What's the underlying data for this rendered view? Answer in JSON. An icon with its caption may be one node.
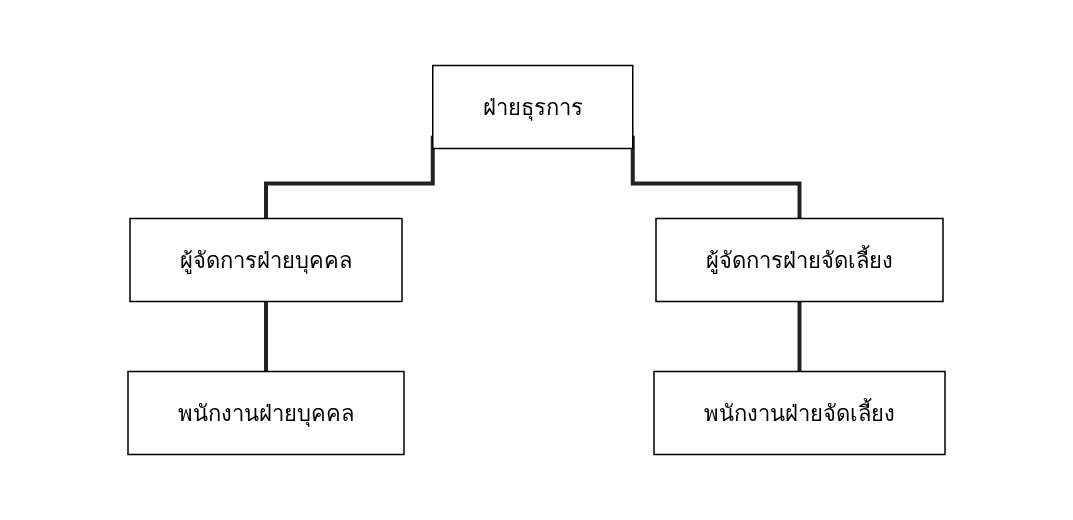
{
  "diagram": {
    "nodes": [
      {
        "text": [
          "ฝ่ายธุรการ"
        ]
      },
      {
        "text": [
          "ผู้จัดการฝ่ายบุคคล"
        ]
      },
      {
        "text": [
          "ผู้จัดการฝ่ายจัดเลี้ยง"
        ]
      },
      {
        "text": [
          "พนักงานฝ่ายบุคคล"
        ]
      },
      {
        "text": [
          "พนักงานฝ่ายจัดเลี้ยง"
        ]
      }
    ],
    "edges": [
      {
        "from": 0,
        "to": 1,
        "arrow": "none"
      },
      {
        "from": 0,
        "to": 2,
        "arrow": "none"
      },
      {
        "from": 1,
        "to": 3,
        "arrow": "none"
      },
      {
        "from": 2,
        "to": 4,
        "arrow": "none"
      }
    ]
  }
}
